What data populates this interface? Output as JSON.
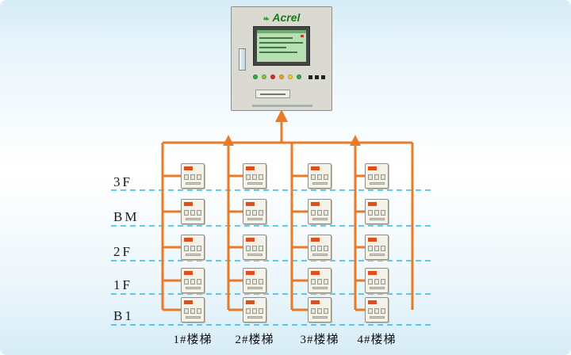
{
  "panel": {
    "brand": "Acrel"
  },
  "floors": [
    {
      "label": "3F"
    },
    {
      "label": "BM"
    },
    {
      "label": "2F"
    },
    {
      "label": "1F"
    },
    {
      "label": "B1"
    }
  ],
  "staircases": [
    {
      "label": "1#楼梯"
    },
    {
      "label": "2#楼梯"
    },
    {
      "label": "3#楼梯"
    },
    {
      "label": "4#楼梯"
    }
  ],
  "devices": {
    "rows": 5,
    "columns": 4,
    "count": 20
  },
  "colors": {
    "wire": "#e87a28",
    "floor_dashed_line": "#35b6e6",
    "panel_screen": "#b7dfb2",
    "device_label_chip": "#dd4f1f",
    "brand_green": "#1e7a1e",
    "background": "#d6ecf7"
  }
}
